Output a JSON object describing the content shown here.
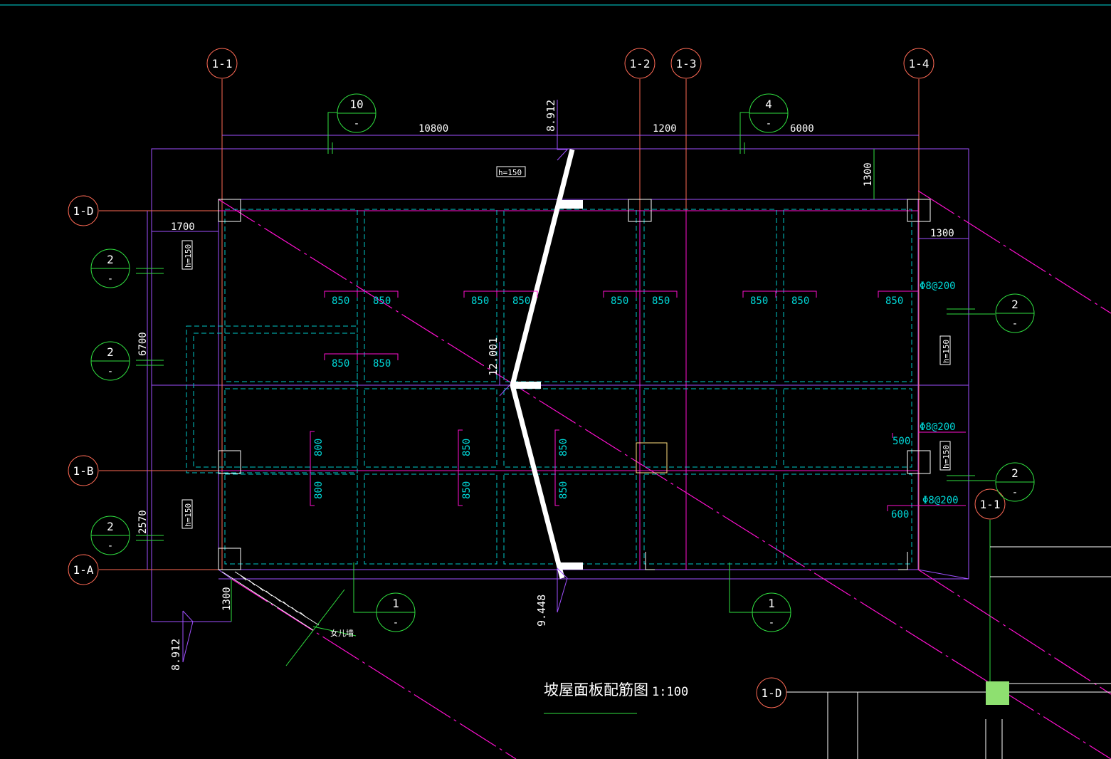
{
  "drawing": {
    "title": "坡屋面板配筋图",
    "scale": "1:100",
    "colors": {
      "grid_axis": "#ff6a55",
      "purple": "#a050ff",
      "magenta": "#ff10d0",
      "cyan": "#00d8d8",
      "green": "#30e040",
      "white": "#ffffff",
      "fill_green": "#8ee070"
    }
  },
  "axes": {
    "top": [
      "1-1",
      "1-2",
      "1-3",
      "1-4"
    ],
    "left": [
      "1-D",
      "1-B",
      "1-A"
    ],
    "extra_right": "1-1",
    "extra_bottom": "1-D"
  },
  "dimensions": {
    "top": [
      "10800",
      "1200",
      "6000"
    ],
    "left": [
      "1700",
      "6700",
      "2570",
      "1300"
    ],
    "right": [
      "1300",
      "1300"
    ]
  },
  "elevations": [
    "8.912",
    "12.001",
    "9.448",
    "8.912"
  ],
  "slab_thickness": [
    "h=150",
    "h=150",
    "h=150",
    "h=150",
    "h=150"
  ],
  "rebar_labels": {
    "row1": [
      "850",
      "850",
      "850",
      "850",
      "850",
      "850",
      "850",
      "850",
      "850"
    ],
    "row2": [
      "850",
      "850"
    ],
    "vertical": [
      "800",
      "800",
      "850",
      "850",
      "850",
      "850"
    ],
    "right_spec": [
      "Φ8@200",
      "Φ8@200",
      "Φ8@200"
    ],
    "right_len": [
      "500",
      "600"
    ]
  },
  "section_marks": [
    {
      "num": "10",
      "sheet": "-"
    },
    {
      "num": "4",
      "sheet": "-"
    },
    {
      "num": "2",
      "sheet": "-"
    },
    {
      "num": "2",
      "sheet": "-"
    },
    {
      "num": "2",
      "sheet": "-"
    },
    {
      "num": "2",
      "sheet": "-"
    },
    {
      "num": "2",
      "sheet": "-"
    },
    {
      "num": "1",
      "sheet": "-"
    },
    {
      "num": "1",
      "sheet": "-"
    }
  ],
  "notes": {
    "parapet": "女儿墙"
  }
}
